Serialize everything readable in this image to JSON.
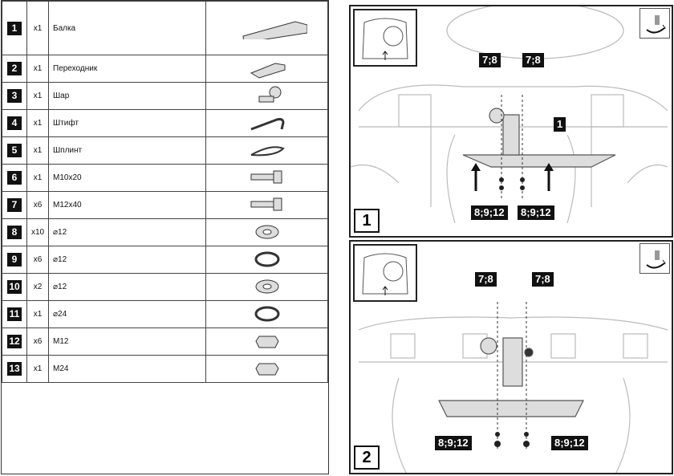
{
  "parts": [
    {
      "num": "1",
      "qty": "x1",
      "name": "Балка",
      "icon": "beam-icon"
    },
    {
      "num": "2",
      "qty": "x1",
      "name": "Переходник",
      "icon": "adapter-icon"
    },
    {
      "num": "3",
      "qty": "x1",
      "name": "Шар",
      "icon": "ball-icon"
    },
    {
      "num": "4",
      "qty": "x1",
      "name": "Штифт",
      "icon": "pin-icon"
    },
    {
      "num": "5",
      "qty": "x1",
      "name": "Шплинт",
      "icon": "cotter-pin-icon"
    },
    {
      "num": "6",
      "qty": "x1",
      "name": "M10x20",
      "icon": "bolt-icon"
    },
    {
      "num": "7",
      "qty": "x6",
      "name": "M12x40",
      "icon": "bolt-icon"
    },
    {
      "num": "8",
      "qty": "x10",
      "name": "⌀12",
      "icon": "flat-washer-icon"
    },
    {
      "num": "9",
      "qty": "x6",
      "name": "⌀12",
      "icon": "spring-washer-icon"
    },
    {
      "num": "10",
      "qty": "x2",
      "name": "⌀12",
      "icon": "flat-washer-icon"
    },
    {
      "num": "11",
      "qty": "x1",
      "name": "⌀24",
      "icon": "spring-washer-icon"
    },
    {
      "num": "12",
      "qty": "x6",
      "name": "M12",
      "icon": "nut-icon"
    },
    {
      "num": "13",
      "qty": "x1",
      "name": "M24",
      "icon": "nut-icon"
    }
  ],
  "step1": {
    "number": "1",
    "top_left": "7;8",
    "top_right": "7;8",
    "part": "1",
    "bottom_left": "8;9;12",
    "bottom_right": "8;9;12"
  },
  "step2": {
    "number": "2",
    "top_left": "7;8",
    "top_right": "7;8",
    "bottom_left": "8;9;12",
    "bottom_right": "8;9;12"
  }
}
